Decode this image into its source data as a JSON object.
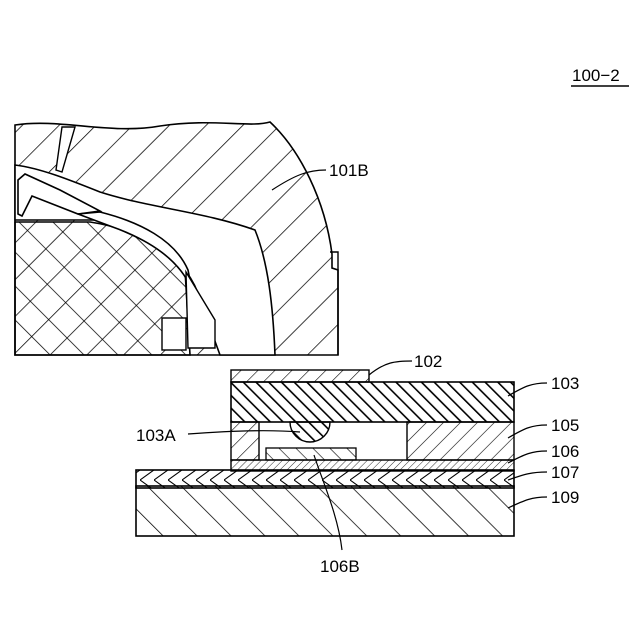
{
  "figure": {
    "figure_id": "100−2",
    "labels": {
      "part_101B": "101B",
      "part_102": "102",
      "part_103": "103",
      "part_103A": "103A",
      "part_105": "105",
      "part_106": "106",
      "part_106B": "106B",
      "part_107": "107",
      "part_109": "109"
    }
  },
  "colors": {
    "ink": "#000000",
    "background": "#ffffff"
  }
}
